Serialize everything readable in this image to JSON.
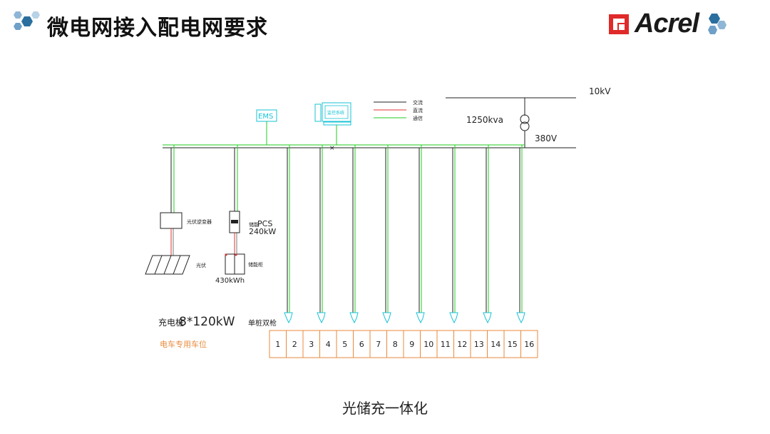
{
  "header": {
    "title": "微电网接入配电网要求",
    "logo_text": "Acrel"
  },
  "diagram": {
    "voltage_hv": "10kV",
    "voltage_lv": "380V",
    "transformer": "1250kva",
    "ems": "EMS",
    "monitor": "监控系统",
    "legend": [
      "交流",
      "直流",
      "通信"
    ],
    "pv_inverter": "光伏逆变器",
    "pv": "光伏",
    "pcs_prefix": "储能",
    "pcs_label": "PCS",
    "pcs_power": "240kW",
    "battery": "储能柜",
    "battery_capacity": "430kWh",
    "charger_prefix": "充电桩",
    "charger_spec": "8*120kW",
    "charger_suffix": "单桩双枪",
    "parking": "电车专用车位",
    "slots": [
      "1",
      "2",
      "3",
      "4",
      "5",
      "6",
      "7",
      "8",
      "9",
      "10",
      "11",
      "12",
      "13",
      "14",
      "15",
      "16"
    ]
  },
  "caption": "光储充一体化",
  "colors": {
    "ac": "#222222",
    "dc": "#e23030",
    "comm": "#22cc22",
    "cyan": "#17c3d6",
    "orange": "#e88a3c"
  }
}
